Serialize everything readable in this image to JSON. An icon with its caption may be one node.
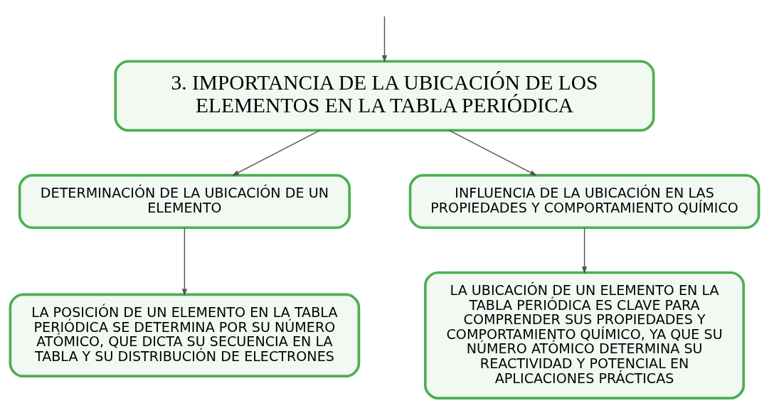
{
  "diagram": {
    "nodes": [
      {
        "text": [
          "3. IMPORTANCIA DE LA UBICACIÓN DE LOS ELEMENTOS EN LA TABLA PERIÓDICA"
        ]
      },
      {
        "text": [
          "DETERMINACIÓN DE LA UBICACIÓN DE UN ELEMENTO"
        ]
      },
      {
        "text": [
          "INFLUENCIA DE LA UBICACIÓN EN LAS PROPIEDADES Y COMPORTAMIENTO QUÍMICO"
        ]
      },
      {
        "text": [
          "LA POSICIÓN DE UN ELEMENTO EN LA TABLA PERIÓDICA SE DETERMINA POR SU NÚMERO ATÓMICO, QUE DICTA SU SECUENCIA EN LA TABLA Y SU DISTRIBUCIÓN DE ELECTRONES"
        ]
      },
      {
        "text": [
          "LA UBICACIÓN DE UN ELEMENTO EN LA TABLA PERIÓDICA ES CLAVE PARA COMPRENDER SUS PROPIEDADES Y COMPORTAMIENTO QUÍMICO, YA QUE SU NÚMERO ATÓMICO DETERMINA SU REACTIVIDAD Y POTENCIAL EN APLICACIONES PRÁCTICAS"
        ]
      }
    ],
    "edges": [
      {
        "from": null,
        "to": 0,
        "arrow": "to"
      },
      {
        "from": 0,
        "to": 1,
        "arrow": "to"
      },
      {
        "from": 0,
        "to": 2,
        "arrow": "to"
      },
      {
        "from": 1,
        "to": 3,
        "arrow": "to"
      },
      {
        "from": 2,
        "to": 4,
        "arrow": "to"
      }
    ]
  }
}
